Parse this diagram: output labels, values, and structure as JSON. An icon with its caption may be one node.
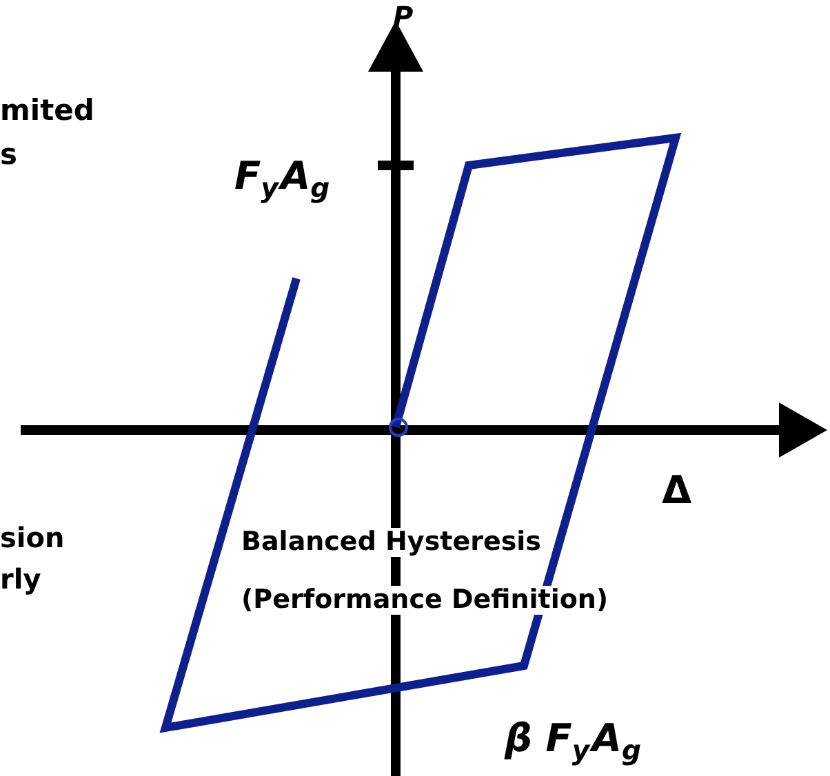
{
  "diagram": {
    "labels": [
      "mited",
      "s",
      "P",
      "F$_{y}$A$_{g}$",
      "Δ",
      "sion",
      "rly",
      "Balanced Hysteresis",
      "(Performance Definition)",
      "β F$_{y}$A$_{g}$"
    ]
  }
}
